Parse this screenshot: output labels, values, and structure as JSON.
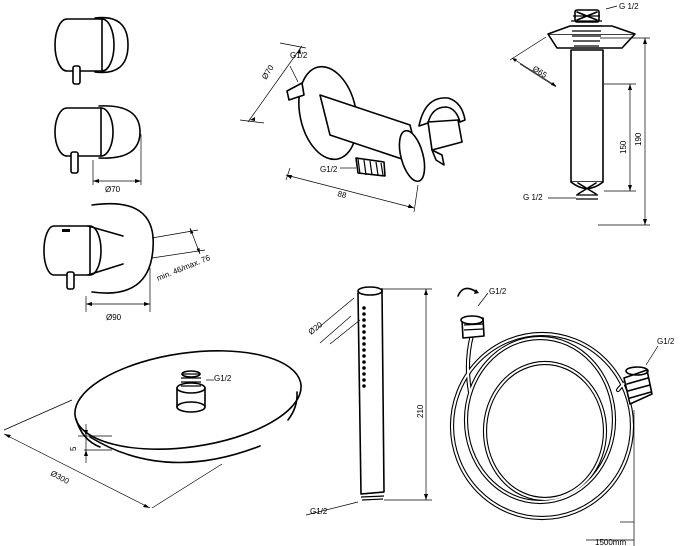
{
  "labels": {
    "valve_diameter": "Ø70",
    "diverter_diameter": "Ø90",
    "depth_range": "min. 46/max. 76",
    "outlet_thread": "G1/2",
    "outlet_diameter": "Ø70",
    "outlet_length": "88",
    "outlet_inlet_thread": "G1/2",
    "arm_top_thread": "G 1/2",
    "arm_flange": "Ø65",
    "arm_length": "150",
    "arm_total": "190",
    "arm_bottom_thread": "G 1/2",
    "hand_diameter": "Ø20",
    "hand_length": "210",
    "hand_thread": "G1/2",
    "head_thread": "G1/2",
    "head_thickness": "5",
    "head_diameter": "Ø300",
    "hose_thread_left": "G1/2",
    "hose_thread_right": "G1/2",
    "hose_length": "1500mm"
  }
}
